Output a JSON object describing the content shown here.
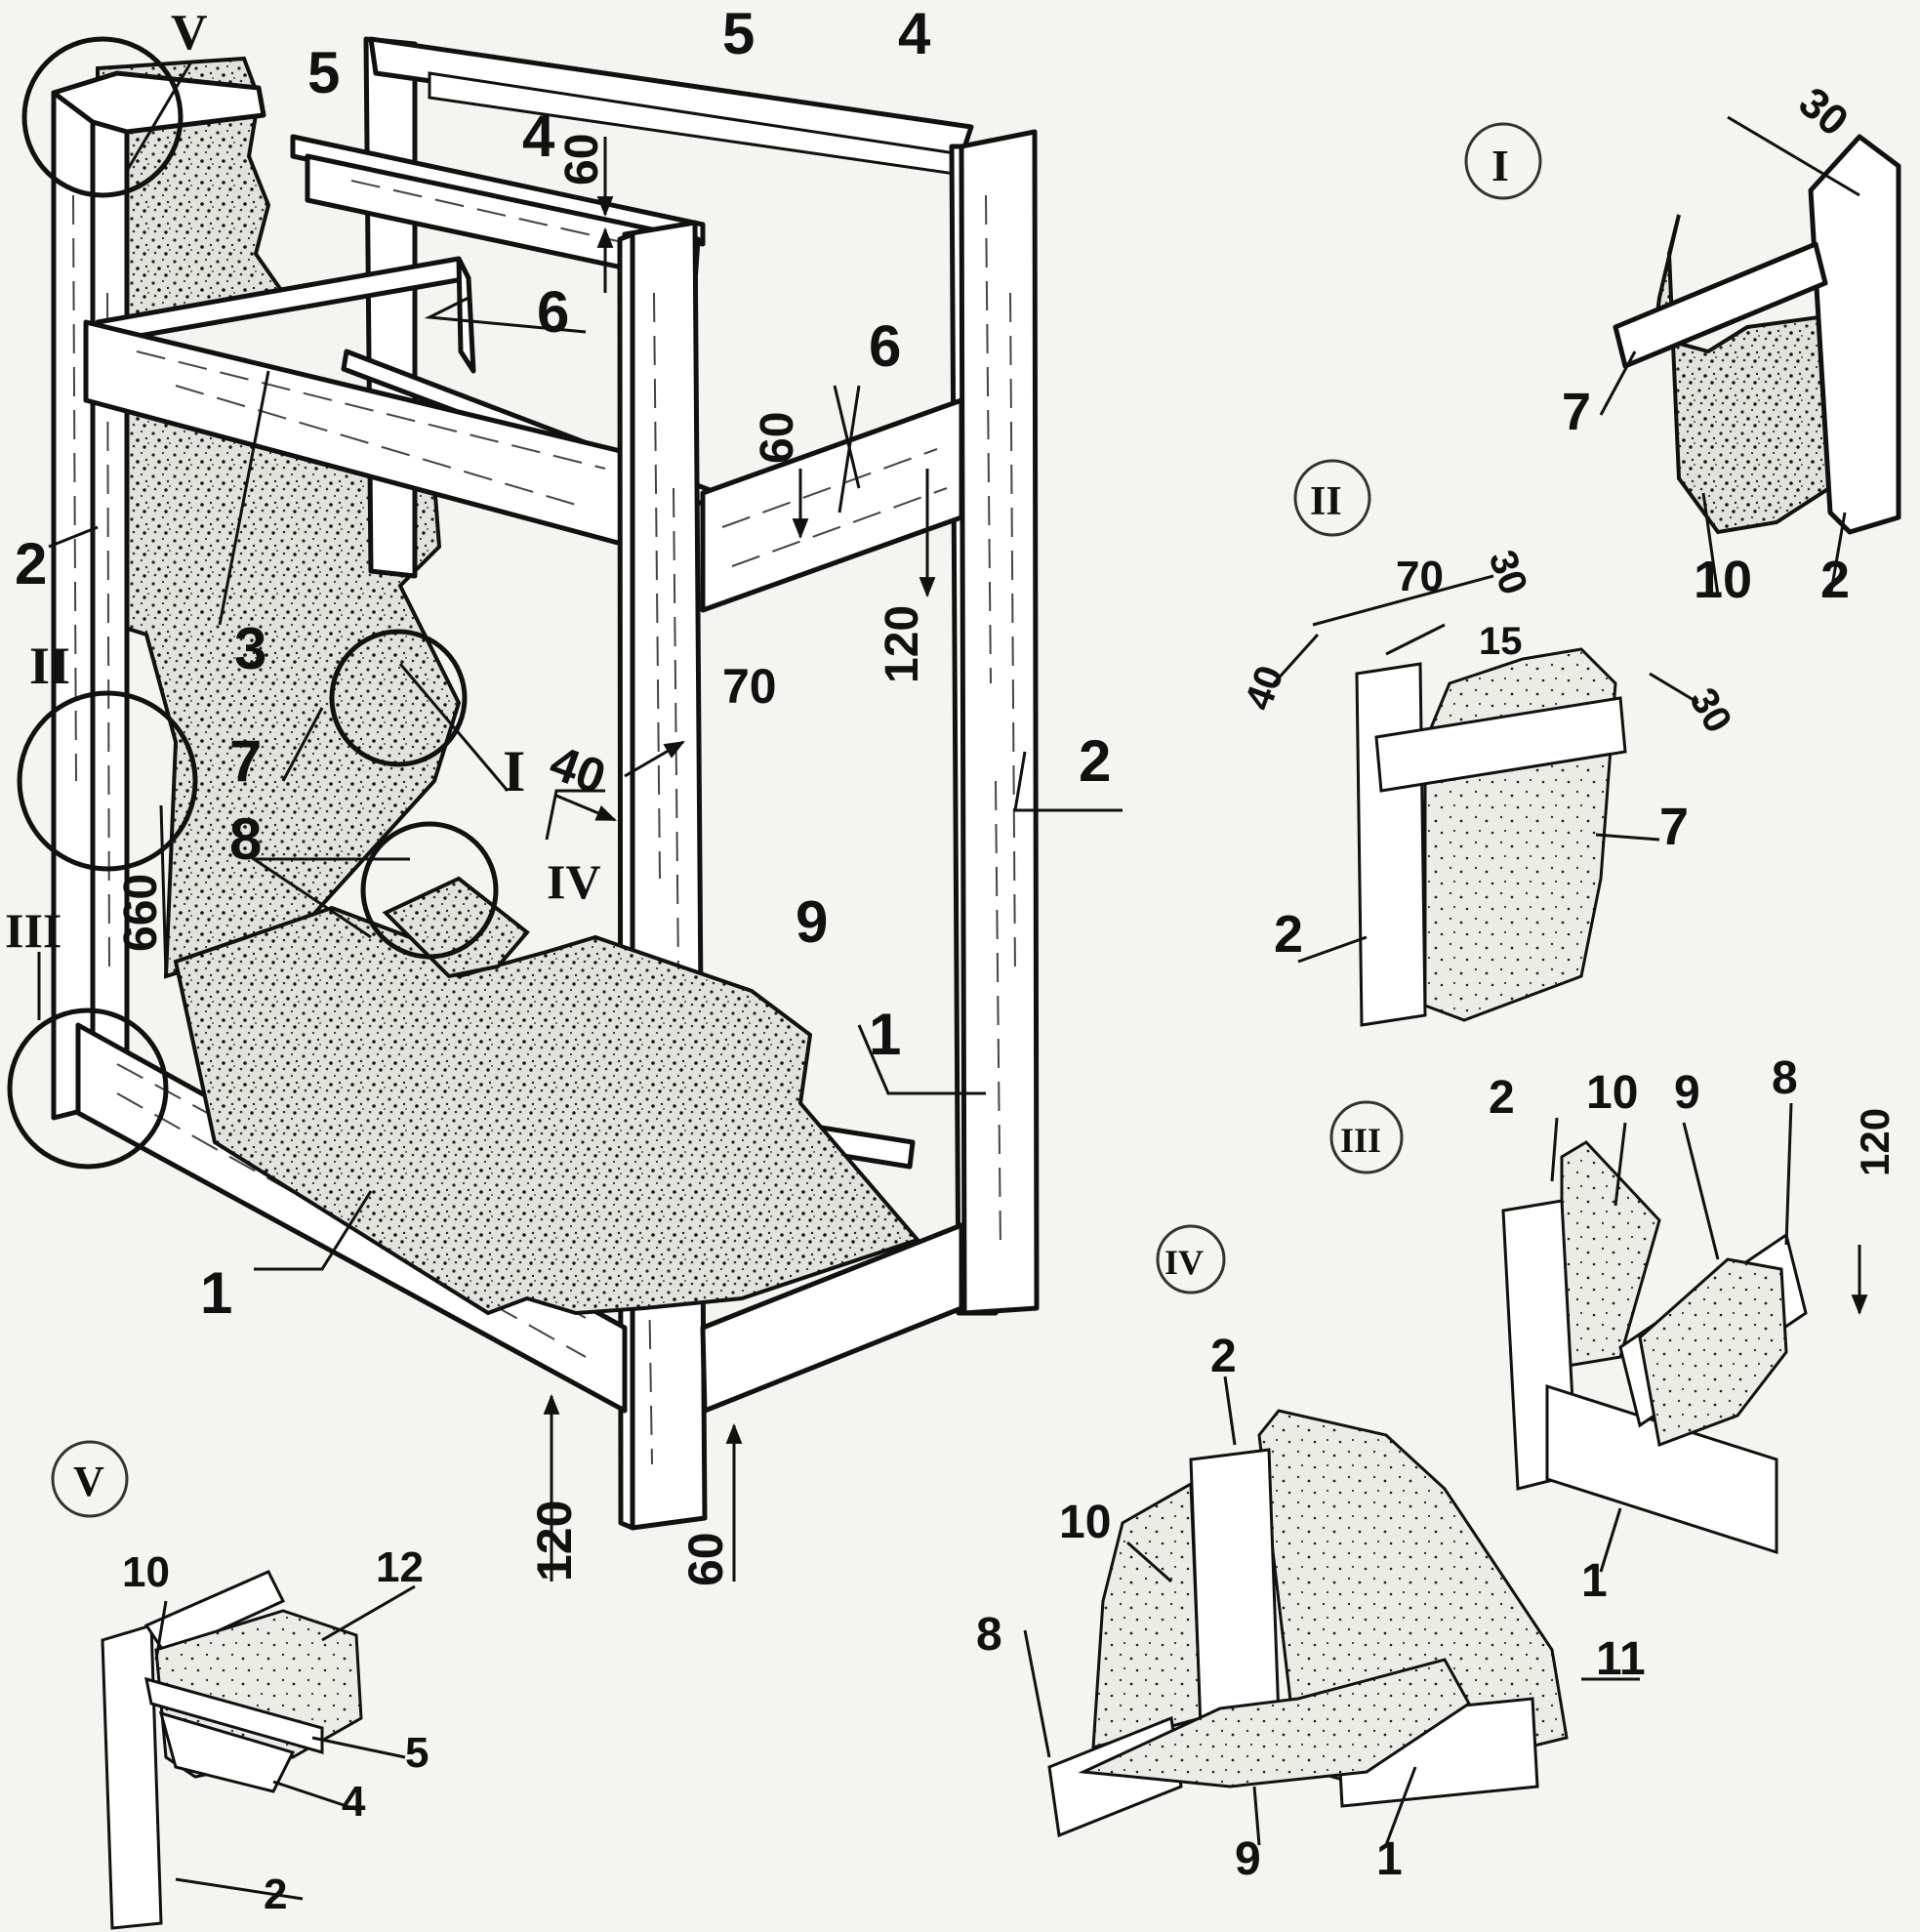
{
  "main_view": {
    "parts": {
      "p1_bottom_front": "1",
      "p1_bottom_right": "1",
      "p2_left": "2",
      "p2_right": "2",
      "p3_middle_rail": "3",
      "p4_front_top": "4",
      "p4_back_top": "4",
      "p5_front_top": "5",
      "p5_back_top": "5",
      "p6_middle": "6",
      "p6_right": "6",
      "p7_bar": "7",
      "p8_corner": "8",
      "p9_bottom_sheet": "9"
    },
    "callouts": {
      "c1": "I",
      "c2": "II",
      "c3": "III",
      "c4": "IV",
      "c5": "V"
    },
    "dimensions": {
      "d60_top": "60",
      "d60_mid": "60",
      "d120_right": "120",
      "d70": "70",
      "d40": "40",
      "d660": "660",
      "d120_bottom": "120",
      "d60_bottom": "60"
    }
  },
  "detail_1": {
    "badge": "I",
    "dim_30": "30",
    "labels": {
      "a": "7",
      "b": "10",
      "c": "2"
    }
  },
  "detail_2": {
    "badge": "II",
    "dims": {
      "d70": "70",
      "d30a": "30",
      "d40": "40",
      "d15": "15",
      "d30b": "30"
    },
    "labels": {
      "a": "7",
      "b": "2"
    }
  },
  "detail_3": {
    "badge": "III",
    "dim_120": "120",
    "labels": {
      "a": "2",
      "b": "10",
      "c": "9",
      "d": "8",
      "e": "1"
    }
  },
  "detail_4": {
    "badge": "IV",
    "labels": {
      "a": "2",
      "b": "10",
      "c": "8",
      "d": "11",
      "e": "9",
      "f": "1"
    }
  },
  "detail_5": {
    "badge": "V",
    "labels": {
      "a": "10",
      "b": "12",
      "c": "5",
      "d": "4",
      "e": "2"
    }
  }
}
